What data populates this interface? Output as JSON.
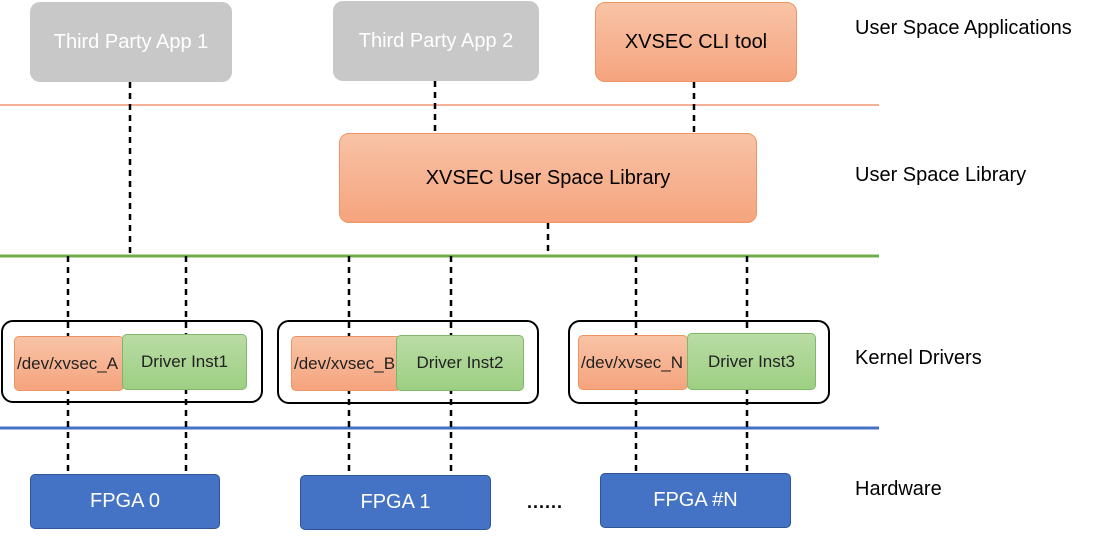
{
  "layers": {
    "user_space_applications": "User Space Applications",
    "user_space_library": "User Space Library",
    "kernel_drivers": "Kernel Drivers",
    "hardware": "Hardware"
  },
  "apps": {
    "third_party_1": "Third Party App 1",
    "third_party_2": "Third Party App 2",
    "cli_tool": "XVSEC CLI tool"
  },
  "library": {
    "label": "XVSEC User Space Library"
  },
  "drivers": [
    {
      "device": "/dev/xvsec_A",
      "instance": "Driver Inst1"
    },
    {
      "device": "/dev/xvsec_B",
      "instance": "Driver Inst2"
    },
    {
      "device": "/dev/xvsec_N",
      "instance": "Driver Inst3"
    }
  ],
  "hardware": {
    "fpgas": [
      "FPGA 0",
      "FPGA 1",
      "FPGA #N"
    ],
    "ellipsis": "......"
  },
  "colors": {
    "app_gray": "#c8c8c8",
    "orange": "#f5a47e",
    "green": "#9dcf82",
    "fpga_blue": "#4472c4",
    "apps_separator": "#f4b196",
    "library_separator": "#70ad47",
    "kernel_separator": "#4472c4"
  }
}
